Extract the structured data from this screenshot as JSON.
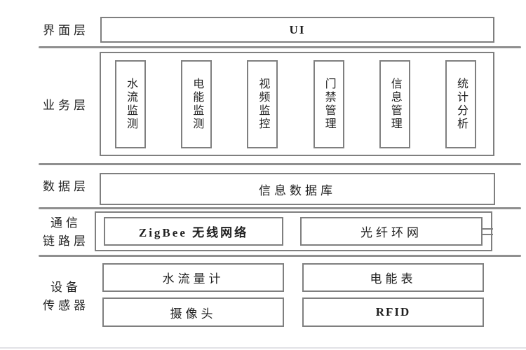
{
  "diagram": {
    "layers": {
      "interface": {
        "label": "界面层",
        "ui": "UI"
      },
      "business": {
        "label": "业务层",
        "modules": [
          "水流监测",
          "电能监测",
          "视频监控",
          "门禁管理",
          "信息管理",
          "统计分析"
        ]
      },
      "data": {
        "label": "数据层",
        "database": "信息数据库"
      },
      "communication": {
        "label_line1": "通信",
        "label_line2": "链路层",
        "zigbee": "ZigBee 无线网络",
        "fiber": "光纤环网"
      },
      "devices": {
        "label_line1": "设备",
        "label_line2": "传感器",
        "water_meter": "水流量计",
        "power_meter": "电能表",
        "camera": "摄像头",
        "rfid": "RFID"
      }
    },
    "colors": {
      "border": "#7f7f7f",
      "separator": "#8f8f8f",
      "text": "#1f1f1f",
      "background": "#ffffff"
    }
  }
}
